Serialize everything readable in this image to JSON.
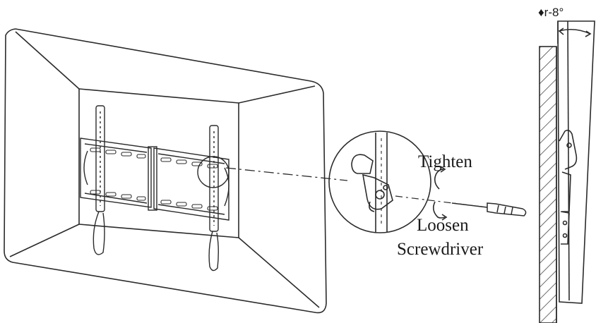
{
  "labels": {
    "tilt_angle": "♦r-8°",
    "tighten": "Tighten",
    "loosen": "Loosen",
    "screwdriver": "Screwdriver"
  },
  "colors": {
    "line": "#2b2b2b",
    "background": "#ffffff"
  }
}
